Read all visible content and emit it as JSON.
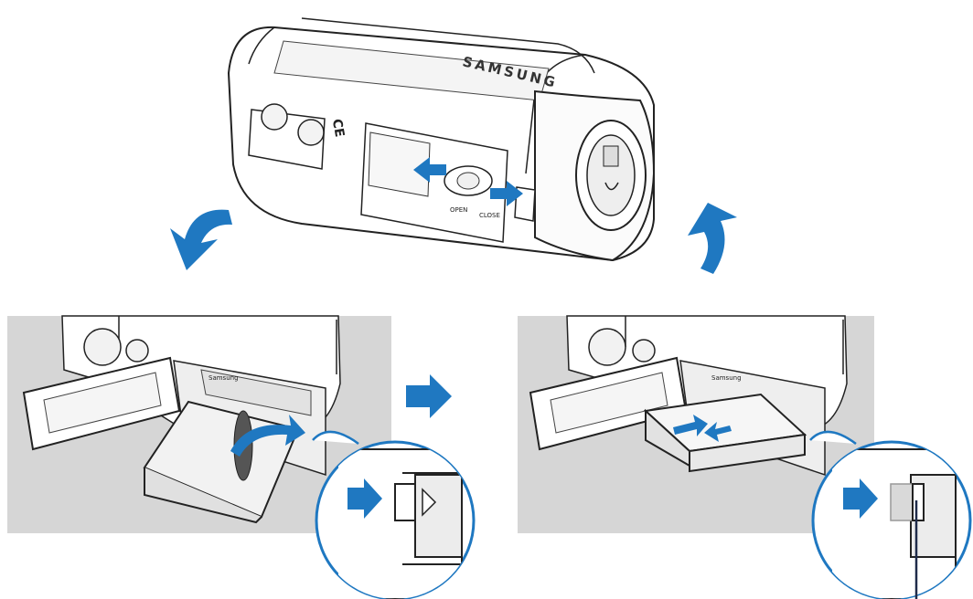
{
  "camera": {
    "brand_text": "SAMSUNG",
    "open_label": "OPEN",
    "close_label": "CLOSE",
    "ce_mark": "CE"
  },
  "panel_left": {
    "battery_label": "Samsung"
  },
  "panel_right": {
    "battery_label": "Samsung"
  },
  "colors": {
    "arrow": "#1f78c1",
    "panel_bg": "#d6d6d6",
    "outline": "#222222",
    "body": "#ffffff",
    "callout": "#1f78c1"
  },
  "icons": [
    "rotate-arrow-icon",
    "slide-arrow-icon",
    "step-arrow-icon",
    "push-arrow-icon"
  ]
}
